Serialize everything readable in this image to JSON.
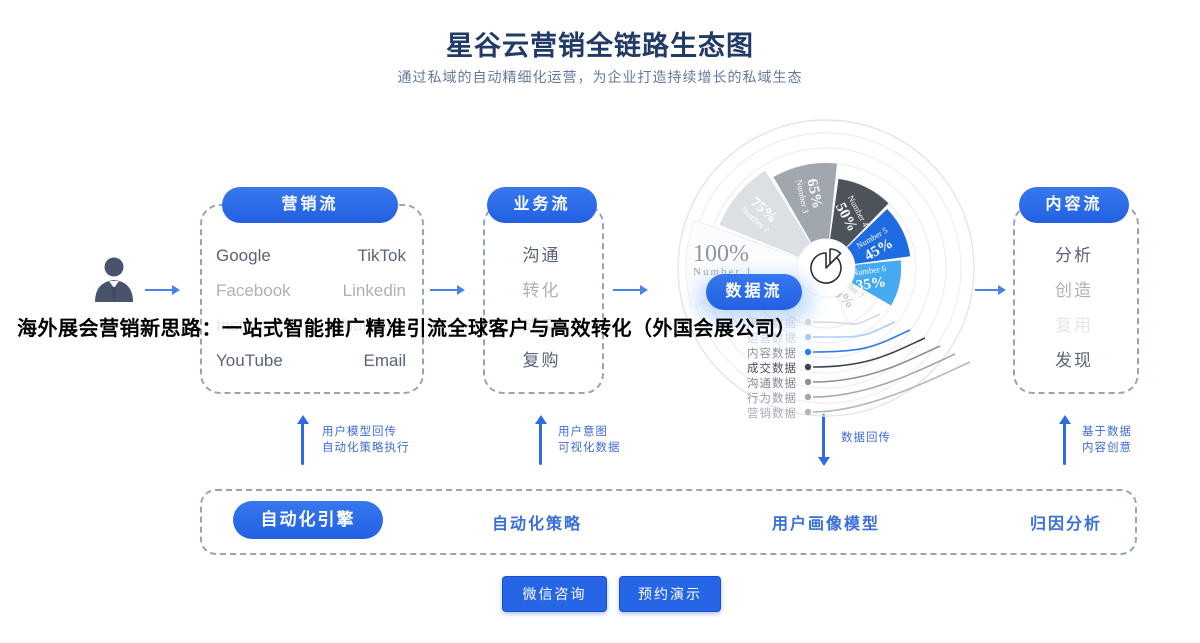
{
  "page": {
    "title": "星谷云营销全链路生态图",
    "subtitle": "通过私域的自动精细化运营，为企业打造持续增长的私域生态",
    "overlay_headline": "海外展会营销新思路：一站式智能推广精准引流全球客户与高效转化（外国会展公司）"
  },
  "colors": {
    "primary_blue": "#2667e8",
    "accent_blue": "#3a6fd8",
    "arrow_blue": "#4b82ea",
    "title_navy": "#223a66",
    "dashed_border": "#99a3b6",
    "item_text": "#5a6478"
  },
  "marketing_flow": {
    "label": "营销流",
    "rows": [
      {
        "left": "Google",
        "right": "TikTok"
      },
      {
        "left": "Facebook",
        "right": "Linkedin"
      },
      {
        "left": "Instagram",
        "right": "WhatsApp"
      },
      {
        "left": "YouTube",
        "right": "Email"
      }
    ]
  },
  "business_flow": {
    "label": "业务流",
    "items": [
      "沟通",
      "转化",
      "成交",
      "复购"
    ]
  },
  "data_flow": {
    "label": "数据流",
    "streams": [
      {
        "label": "用户数据",
        "label_color": "#d8dce2",
        "line_color": "#d4d8de"
      },
      {
        "label": "运营数据",
        "label_color": "#c2d8f2",
        "line_color": "#a9cdf4"
      },
      {
        "label": "内容数据",
        "label_color": "#8a90a0",
        "line_color": "#2f7be8"
      },
      {
        "label": "成交数据",
        "label_color": "#4a4f58",
        "line_color": "#3d424a"
      },
      {
        "label": "沟通数据",
        "label_color": "#7e848d",
        "line_color": "#8b9199"
      },
      {
        "label": "行为数据",
        "label_color": "#979ca5",
        "line_color": "#a3a8b0"
      },
      {
        "label": "营销数据",
        "label_color": "#a6abb3",
        "line_color": "#b2b7be"
      }
    ]
  },
  "content_flow": {
    "label": "内容流",
    "items": [
      "分析",
      "创造",
      "复用",
      "发现"
    ]
  },
  "annotations": [
    {
      "direction": "up",
      "lines": [
        "用户模型回传",
        "自动化策略执行"
      ]
    },
    {
      "direction": "up",
      "lines": [
        "用户意图",
        "可视化数据"
      ]
    },
    {
      "direction": "down",
      "lines": [
        "数据回传"
      ]
    },
    {
      "direction": "up",
      "lines": [
        "基于数据",
        "内容创意"
      ]
    }
  ],
  "engine_bar": {
    "pill": "自动化引擎",
    "items": [
      "自动化策略",
      "用户画像模型",
      "归因分析"
    ]
  },
  "cta": {
    "wechat": "微信咨询",
    "demo": "预约演示"
  },
  "chart_data": {
    "type": "rose",
    "title": "数据流",
    "categories": [
      "Number 1",
      "Number 2",
      "Number 3",
      "Number 4",
      "Number 5",
      "Number 6",
      "Number 7"
    ],
    "values": [
      100,
      75,
      65,
      50,
      45,
      35,
      20
    ],
    "unit": "%",
    "colors": [
      "#fbfcfd",
      "#dce0e5",
      "#a1a7af",
      "#4d535b",
      "#1f6ce2",
      "#45aaf2",
      "#fdfdff"
    ],
    "stream_labels": [
      "用户数据",
      "运营数据",
      "内容数据",
      "成交数据",
      "沟通数据",
      "行为数据",
      "营销数据"
    ],
    "legend_position": "left-list",
    "grid": "concentric-rings"
  }
}
